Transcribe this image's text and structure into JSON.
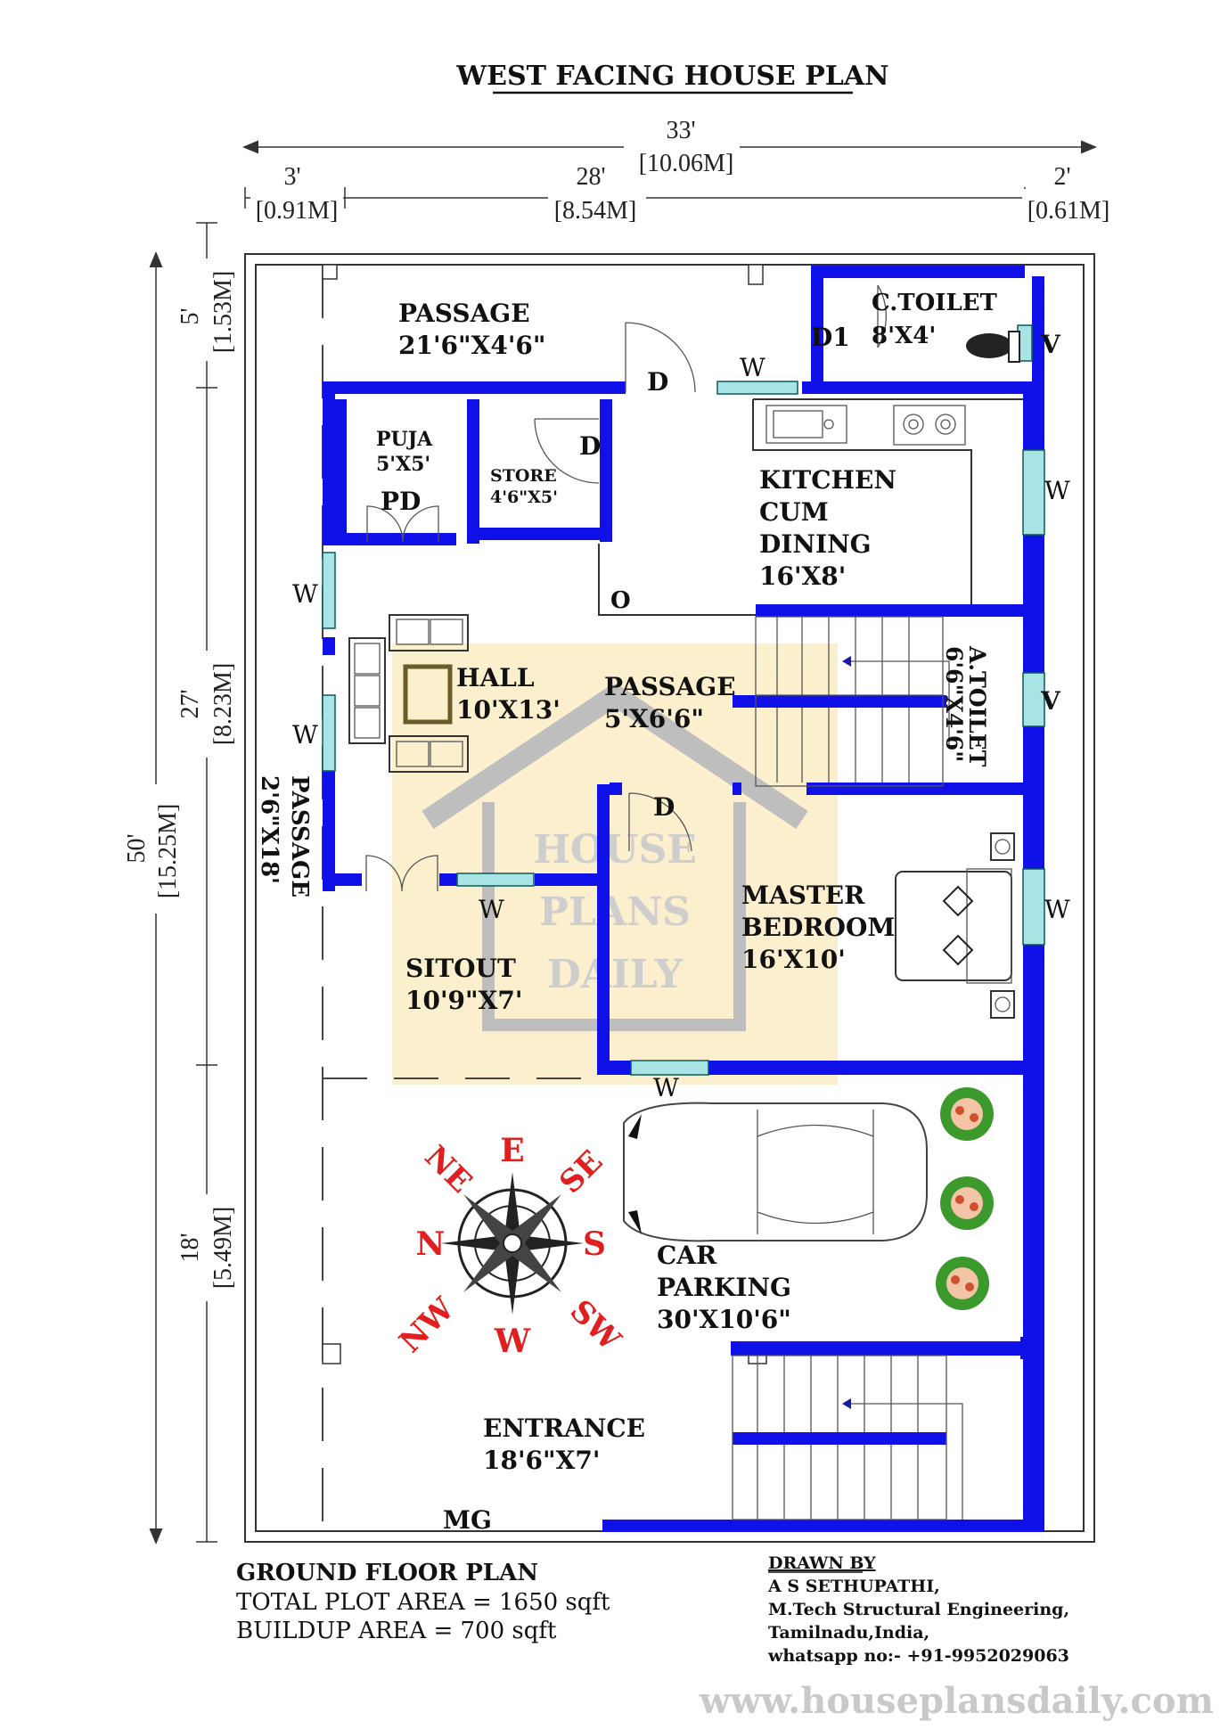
{
  "title": "WEST FACING HOUSE PLAN",
  "dimensions": {
    "overall_width": "33'",
    "overall_width_m": "[10.06M]",
    "left_setback": "3'",
    "left_setback_m": "[0.91M]",
    "building_width": "28'",
    "building_width_m": "[8.54M]",
    "right_setback": "2'",
    "right_setback_m": "[0.61M]",
    "overall_depth": "50'",
    "overall_depth_m": "[15.25M]",
    "top_depth": "5'",
    "top_depth_m": "[1.53M]",
    "middle_depth": "27'",
    "middle_depth_m": "[8.23M]",
    "bottom_depth": "18'",
    "bottom_depth_m": "[5.49M]"
  },
  "rooms": {
    "passage_top": {
      "name": "PASSAGE",
      "size": "21'6\"X4'6\""
    },
    "c_toilet": {
      "name": "C.TOILET",
      "size": "8'X4'"
    },
    "puja": {
      "name": "PUJA",
      "size": "5'X5'"
    },
    "store": {
      "name": "STORE",
      "size": "4'6\"X5'"
    },
    "kitchen": {
      "line1": "KITCHEN",
      "line2": "CUM",
      "line3": "DINING",
      "size": "16'X8'"
    },
    "hall": {
      "name": "HALL",
      "size": "10'X13'"
    },
    "passage_mid": {
      "name": "PASSAGE",
      "size": "5'X6'6\""
    },
    "a_toilet": {
      "name": "A.TOILET",
      "size": "6'6\"X4'6\""
    },
    "passage_side": {
      "name": "PASSAGE",
      "size": "2'6\"X18'"
    },
    "master_bedroom": {
      "line1": "MASTER",
      "line2": "BEDROOM",
      "size": "16'X10'"
    },
    "sitout": {
      "name": "SITOUT",
      "size": "10'9\"X7'"
    },
    "car_parking": {
      "line1": "CAR",
      "line2": "PARKING",
      "size": "30'X10'6\""
    },
    "entrance": {
      "name": "ENTRANCE",
      "size": "18'6\"X7'"
    }
  },
  "markers": {
    "door": "D",
    "door1": "D1",
    "puja_door": "PD",
    "window": "W",
    "ventilator": "V",
    "opening": "O",
    "main_gate": "MG"
  },
  "compass": {
    "n": "N",
    "ne": "NE",
    "e": "E",
    "se": "SE",
    "s": "S",
    "sw": "SW",
    "w": "W",
    "nw": "NW"
  },
  "watermark": {
    "line1": "HOUSE",
    "line2": "PLANS",
    "line3": "DAILY"
  },
  "footer": {
    "plan_name": "GROUND FLOOR PLAN",
    "plot_area": "TOTAL PLOT AREA = 1650 sqft",
    "buildup_area": "BUILDUP AREA = 700 sqft",
    "drawn_by_label": "DRAWN BY",
    "author": "A S SETHUPATHI,",
    "qualification": "M.Tech Structural Engineering,",
    "location": "Tamilnadu,India,",
    "contact": "whatsapp no:- +91-9952029063",
    "website": "www.houseplansdaily.com"
  },
  "colors": {
    "wall": "#1010e8",
    "window": "#a8e4e4",
    "compass_text": "#e02020",
    "watermark_box": "#fbeec8"
  }
}
